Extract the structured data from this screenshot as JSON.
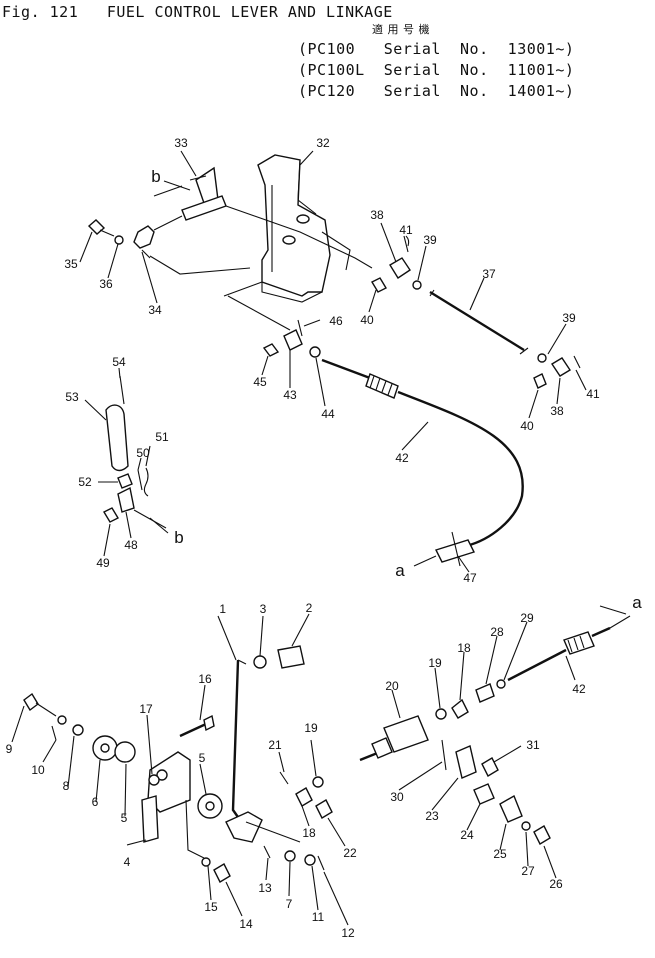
{
  "header": {
    "figure_title": "Fig. 121   FUEL CONTROL LEVER AND LINKAGE",
    "applicability_label": "適 用 号 機",
    "serials": [
      "(PC100   Serial  No.  13001~)",
      "(PC100L  Serial  No.  11001~)",
      "(PC120   Serial  No.  14001~)"
    ]
  },
  "callouts": [
    {
      "id": "c1",
      "label": "1"
    },
    {
      "id": "c2",
      "label": "2"
    },
    {
      "id": "c3",
      "label": "3"
    },
    {
      "id": "c4",
      "label": "4"
    },
    {
      "id": "c5a",
      "label": "5"
    },
    {
      "id": "c5b",
      "label": "5"
    },
    {
      "id": "c6",
      "label": "6"
    },
    {
      "id": "c7",
      "label": "7"
    },
    {
      "id": "c8",
      "label": "8"
    },
    {
      "id": "c9",
      "label": "9"
    },
    {
      "id": "c10",
      "label": "10"
    },
    {
      "id": "c11",
      "label": "11"
    },
    {
      "id": "c12",
      "label": "12"
    },
    {
      "id": "c13",
      "label": "13"
    },
    {
      "id": "c14",
      "label": "14"
    },
    {
      "id": "c15",
      "label": "15"
    },
    {
      "id": "c16",
      "label": "16"
    },
    {
      "id": "c17",
      "label": "17"
    },
    {
      "id": "c18a",
      "label": "18"
    },
    {
      "id": "c18b",
      "label": "18"
    },
    {
      "id": "c19a",
      "label": "19"
    },
    {
      "id": "c19b",
      "label": "19"
    },
    {
      "id": "c20",
      "label": "20"
    },
    {
      "id": "c21",
      "label": "21"
    },
    {
      "id": "c22",
      "label": "22"
    },
    {
      "id": "c23",
      "label": "23"
    },
    {
      "id": "c24",
      "label": "24"
    },
    {
      "id": "c25",
      "label": "25"
    },
    {
      "id": "c26",
      "label": "26"
    },
    {
      "id": "c27",
      "label": "27"
    },
    {
      "id": "c28",
      "label": "28"
    },
    {
      "id": "c29",
      "label": "29"
    },
    {
      "id": "c30",
      "label": "30"
    },
    {
      "id": "c31",
      "label": "31"
    },
    {
      "id": "c32",
      "label": "32"
    },
    {
      "id": "c33",
      "label": "33"
    },
    {
      "id": "c34",
      "label": "34"
    },
    {
      "id": "c35",
      "label": "35"
    },
    {
      "id": "c36",
      "label": "36"
    },
    {
      "id": "c37",
      "label": "37"
    },
    {
      "id": "c38a",
      "label": "38"
    },
    {
      "id": "c38b",
      "label": "38"
    },
    {
      "id": "c39a",
      "label": "39"
    },
    {
      "id": "c39b",
      "label": "39"
    },
    {
      "id": "c40a",
      "label": "40"
    },
    {
      "id": "c40b",
      "label": "40"
    },
    {
      "id": "c41a",
      "label": "41"
    },
    {
      "id": "c41b",
      "label": "41"
    },
    {
      "id": "c42a",
      "label": "42"
    },
    {
      "id": "c42b",
      "label": "42"
    },
    {
      "id": "c43",
      "label": "43"
    },
    {
      "id": "c44",
      "label": "44"
    },
    {
      "id": "c45",
      "label": "45"
    },
    {
      "id": "c46",
      "label": "46"
    },
    {
      "id": "c47",
      "label": "47"
    },
    {
      "id": "c48",
      "label": "48"
    },
    {
      "id": "c49",
      "label": "49"
    },
    {
      "id": "c50",
      "label": "50"
    },
    {
      "id": "c51",
      "label": "51"
    },
    {
      "id": "c52",
      "label": "52"
    },
    {
      "id": "c53",
      "label": "53"
    },
    {
      "id": "c54",
      "label": "54"
    }
  ],
  "references": [
    {
      "id": "ref-b-top",
      "label": "b"
    },
    {
      "id": "ref-b-bottom",
      "label": "b"
    },
    {
      "id": "ref-a-left",
      "label": "a"
    },
    {
      "id": "ref-a-right",
      "label": "a"
    }
  ]
}
